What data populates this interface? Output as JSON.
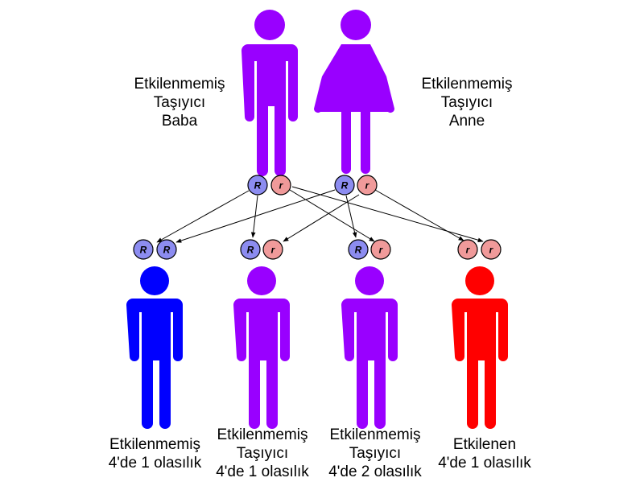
{
  "colors": {
    "carrier": "#9900ff",
    "unaffected": "#0000ff",
    "affected": "#ff0000",
    "allele_dominant": "#8c8cf0",
    "allele_recessive": "#f09a9a",
    "arrow": "#000000"
  },
  "parents": {
    "father": {
      "lines": [
        "Etkilenmemiş",
        "Taşıyıcı",
        "Baba"
      ],
      "alleles": [
        "R",
        "r"
      ]
    },
    "mother": {
      "lines": [
        "Etkilenmemiş",
        "Taşıyıcı",
        "Anne"
      ],
      "alleles": [
        "R",
        "r"
      ]
    }
  },
  "children": [
    {
      "lines": [
        "Etkilenmemiş",
        "4'de 1 olasılık"
      ],
      "alleles": [
        "R",
        "R"
      ]
    },
    {
      "lines": [
        "Etkilenmemiş",
        "Taşıyıcı",
        "4'de 1 olasılık"
      ],
      "alleles": [
        "R",
        "r"
      ]
    },
    {
      "lines": [
        "Etkilenmemiş",
        "Taşıyıcı",
        "4'de 2 olasılık"
      ],
      "alleles": [
        "R",
        "r"
      ]
    },
    {
      "lines": [
        "Etkilenen",
        "4'de 1 olasılık"
      ],
      "alleles": [
        "r",
        "r"
      ]
    }
  ]
}
